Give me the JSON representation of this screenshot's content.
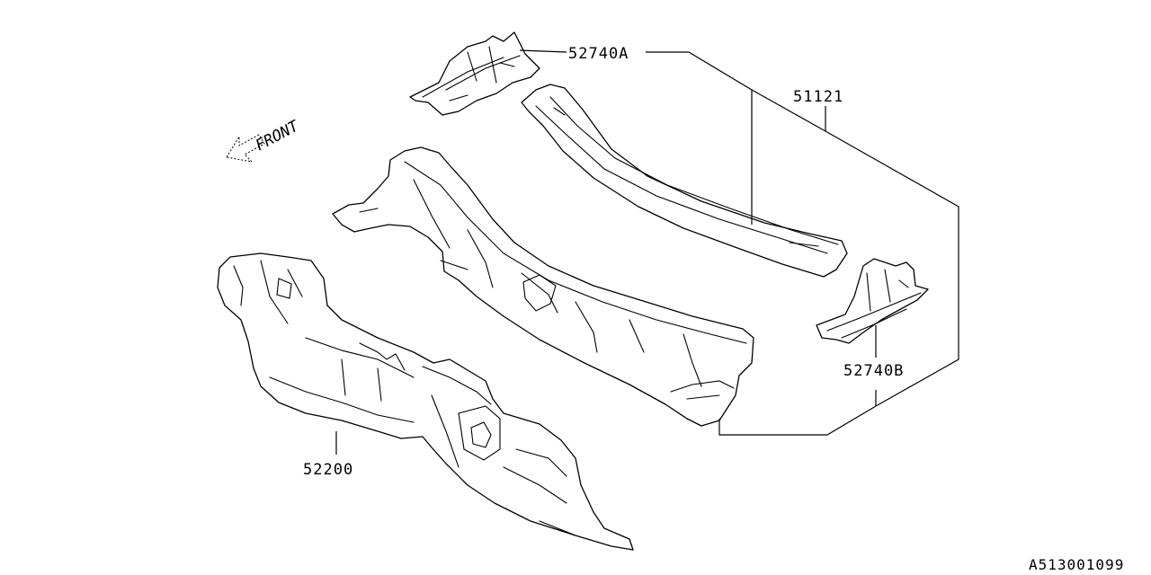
{
  "diagram": {
    "front_label": "FRONT",
    "drawing_code": "A513001099",
    "callouts": {
      "bracket_upper": "52740A",
      "assembly": "51121",
      "bracket_lower": "52740B",
      "panel": "52200"
    }
  }
}
